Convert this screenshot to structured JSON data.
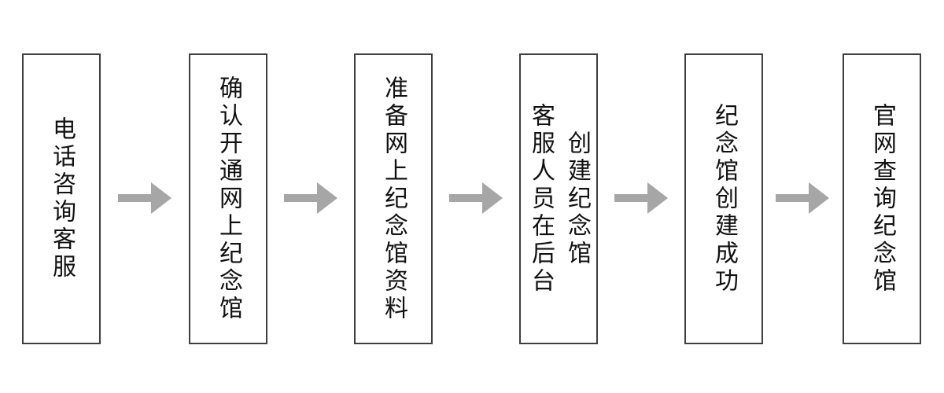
{
  "flowchart": {
    "description": "online memorial hall creation process flow",
    "direction": "left-to-right",
    "steps": [
      {
        "id": 1,
        "label": "电话咨询客服",
        "lines": [
          "电话咨询客服"
        ]
      },
      {
        "id": 2,
        "label": "确认开通网上纪念馆",
        "lines": [
          "确认开通网上纪念馆"
        ]
      },
      {
        "id": 3,
        "label": "准备网上纪念馆资料",
        "lines": [
          "准备网上纪念馆资料"
        ]
      },
      {
        "id": 4,
        "label": "客服人员在后台创建纪念馆",
        "lines": [
          "客服人员在后台",
          "创建纪念馆"
        ]
      },
      {
        "id": 5,
        "label": "纪念馆创建成功",
        "lines": [
          "纪念馆创建成功"
        ]
      },
      {
        "id": 6,
        "label": "官网查询纪念馆",
        "lines": [
          "官网查询纪念馆"
        ]
      }
    ],
    "connectors": [
      {
        "from": 1,
        "to": 2,
        "type": "block-arrow-right"
      },
      {
        "from": 2,
        "to": 3,
        "type": "block-arrow-right"
      },
      {
        "from": 3,
        "to": 4,
        "type": "block-arrow-right"
      },
      {
        "from": 4,
        "to": 5,
        "type": "block-arrow-right"
      },
      {
        "from": 5,
        "to": 6,
        "type": "block-arrow-right"
      }
    ],
    "colors": {
      "background": "#ffffff",
      "box_fill": "#ffffff",
      "box_border": "#3f3f3f",
      "text": "#111111",
      "arrow": "#a6a6a6"
    }
  }
}
